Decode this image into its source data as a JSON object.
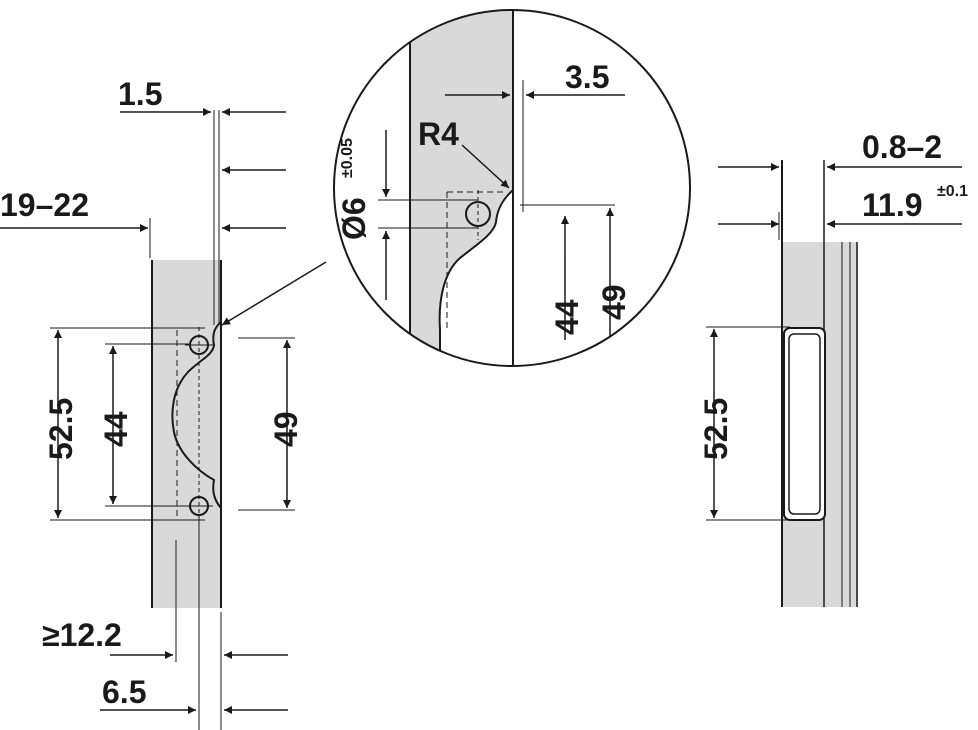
{
  "dimensions": {
    "top_offset": "1.5",
    "door_thickness": "19–22",
    "hole_spacing_outer": "52.5",
    "hole_spacing_inner": "44",
    "cup_height": "49",
    "min_edge": "≥12.2",
    "hole_edge": "6.5",
    "detail_offset": "3.5",
    "detail_radius": "R4",
    "detail_hole_prefix": "Ø6",
    "detail_hole_tol": "±0.05",
    "detail_44": "44",
    "detail_49": "49",
    "side_gap": "0.8–2",
    "side_depth": "11.9",
    "side_depth_tol": "±0.1",
    "side_spacing": "52.5"
  },
  "colors": {
    "fill": "#d9d9d9",
    "line": "#1a1a1a"
  }
}
